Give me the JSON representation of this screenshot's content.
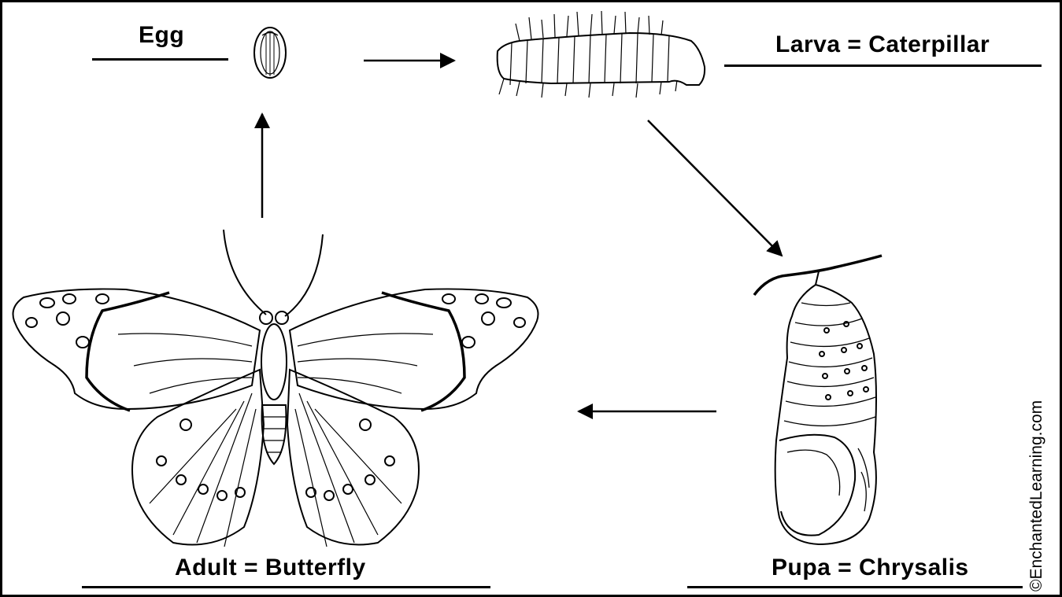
{
  "stages": {
    "egg": "Egg",
    "larva": "Larva = Caterpillar",
    "pupa": "Pupa = Chrysalis",
    "adult": "Adult = Butterfly"
  },
  "copyright": "©EnchantedLearning.com",
  "colors": {
    "line": "#000000",
    "background": "#ffffff"
  }
}
